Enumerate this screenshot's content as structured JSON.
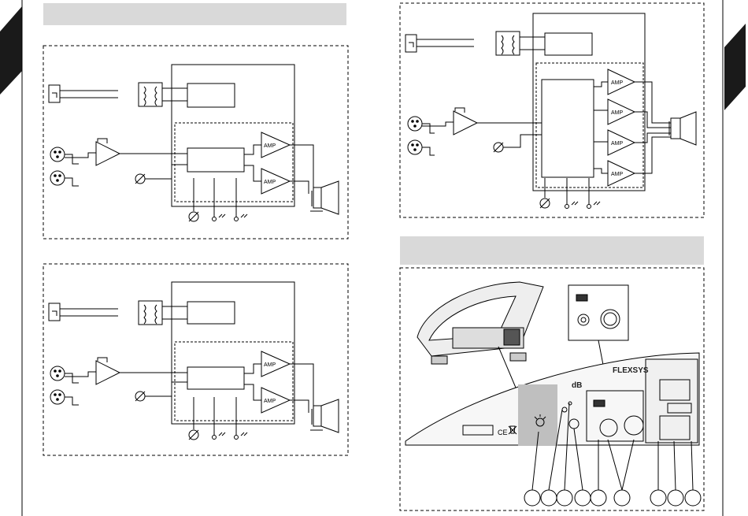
{
  "labels": {
    "amp": "AMP",
    "brand": "FLEXSYS",
    "logo": "dB"
  },
  "icons": {
    "mains": "iec-power-inlet-icon",
    "transformer": "transformer-icon",
    "xlr": "xlr-connector-icon",
    "volume": "volume-knob-icon",
    "led": "led-indicator-icon",
    "speaker": "speaker-driver-icon",
    "ce": "ce-mark-icon",
    "bin": "weee-bin-icon"
  },
  "colors": {
    "line": "#000000",
    "band": "#d9d9d9",
    "panel": "#bfbfbf",
    "cabinet": "#eeeeee"
  },
  "callouts": {
    "count": 9
  }
}
